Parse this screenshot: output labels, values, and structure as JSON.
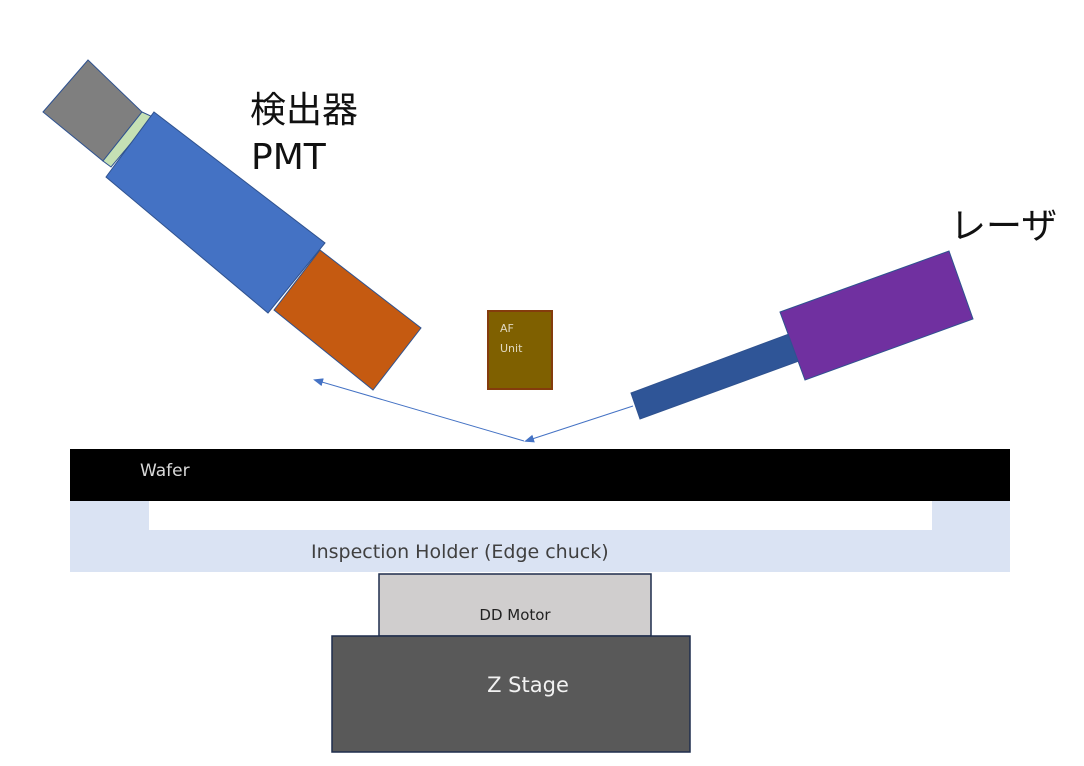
{
  "detector": {
    "label_jp": "検出器",
    "label_en": "PMT",
    "colors": {
      "rear_cap": "#7f7f7f",
      "filter_ring": "#c5e0b4",
      "body": "#4472c4",
      "front": "#c55a11",
      "outline": "#2f528f"
    }
  },
  "laser": {
    "label_jp": "レーザ",
    "colors": {
      "body": "#7030a0",
      "tube": "#2f5597",
      "outline": "#2f528f"
    }
  },
  "af_unit": {
    "label_line1": "AF",
    "label_line2": "Unit",
    "colors": {
      "fill": "#7f6000",
      "outline": "#843c0c",
      "text": "#e0d8c0"
    }
  },
  "beam": {
    "color": "#4472c4"
  },
  "wafer": {
    "label": "Wafer",
    "colors": {
      "fill": "#000000",
      "text": "#d9d9d9"
    }
  },
  "holder": {
    "label": "Inspection Holder (Edge chuck)",
    "colors": {
      "fill": "#dae3f3",
      "text": "#404040"
    }
  },
  "dd_motor": {
    "label": "DD Motor",
    "colors": {
      "fill": "#d0cece",
      "outline": "#1f2d4d",
      "text": "#222222"
    }
  },
  "z_stage": {
    "label": "Z Stage",
    "colors": {
      "fill": "#595959",
      "outline": "#1f2d4d",
      "text": "#f2f2f2"
    }
  }
}
